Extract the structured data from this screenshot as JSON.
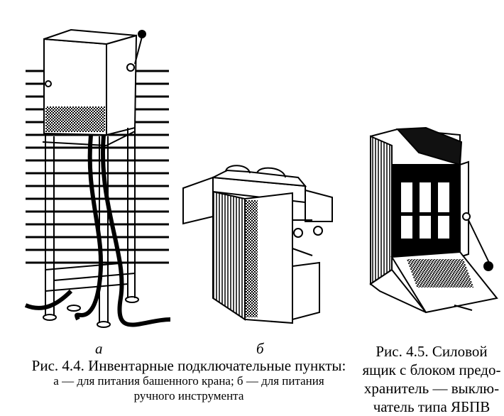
{
  "figure_a": {
    "label": "а"
  },
  "figure_b": {
    "label": "б"
  },
  "caption_4_4": {
    "line1": "Рис. 4.4. Инвентарные подключательные пункты:",
    "line2": "а — для питания башенного крана; б — для питания",
    "line3": "ручного инструмента"
  },
  "caption_4_5": {
    "line1": "Рис. 4.5. Силовой",
    "line2": "ящик с блоком предо-",
    "line3": "хранитель — выклю-",
    "line4": "чатель типа ЯБПВ"
  }
}
